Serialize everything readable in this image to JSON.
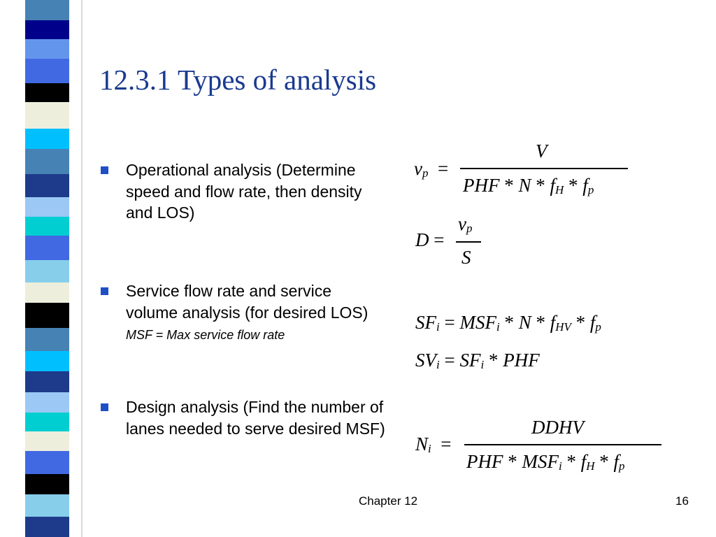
{
  "title": "12.3.1 Types of analysis",
  "bullets": [
    {
      "text": "Operational analysis (Determine speed and flow rate, then density and LOS)",
      "note": ""
    },
    {
      "text": "Service flow rate and service volume analysis (for desired LOS)",
      "note": "MSF = Max service flow rate"
    },
    {
      "text": "Design analysis (Find the number of lanes needed to serve desired MSF)",
      "note": ""
    }
  ],
  "equations": {
    "vp_lhs": "v",
    "vp_lhs_sub": "p",
    "vp_num": "V",
    "vp_den": {
      "a": "PHF",
      "b": "N",
      "c": "f",
      "c_sub": "H",
      "d": "f",
      "d_sub": "p"
    },
    "d_lhs": "D",
    "d_num": "v",
    "d_num_sub": "p",
    "d_den": "S",
    "sf": {
      "lhs": "SF",
      "lhs_sub": "i",
      "a": "MSF",
      "a_sub": "i",
      "b": "N",
      "c": "f",
      "c_sub": "HV",
      "d": "f",
      "d_sub": "p"
    },
    "sv": {
      "lhs": "SV",
      "lhs_sub": "i",
      "a": "SF",
      "a_sub": "i",
      "b": "PHF"
    },
    "n_lhs": "N",
    "n_lhs_sub": "i",
    "n_num": "DDHV",
    "n_den": {
      "a": "PHF",
      "b": "MSF",
      "b_sub": "i",
      "c": "f",
      "c_sub": "H",
      "d": "f",
      "d_sub": "p"
    }
  },
  "footer": {
    "chapter": "Chapter 12",
    "page": "16"
  },
  "colors": {
    "title": "#1a3a8f",
    "bullet": "#1f4fc7",
    "stripes": [
      "#4682b4",
      "#00008b",
      "#6495ed",
      "#4169e1",
      "#000000",
      "#eeeedd",
      "#00bfff",
      "#4682b4",
      "#1e3a8a",
      "#9bc8f5",
      "#00ced1",
      "#4169e1",
      "#87ceeb",
      "#eeeedd",
      "#000000",
      "#4682b4",
      "#00bfff",
      "#1e3a8a",
      "#9bc8f5",
      "#00ced1",
      "#eeeedd",
      "#4169e1",
      "#000000",
      "#87ceeb",
      "#1e3a8a"
    ]
  }
}
